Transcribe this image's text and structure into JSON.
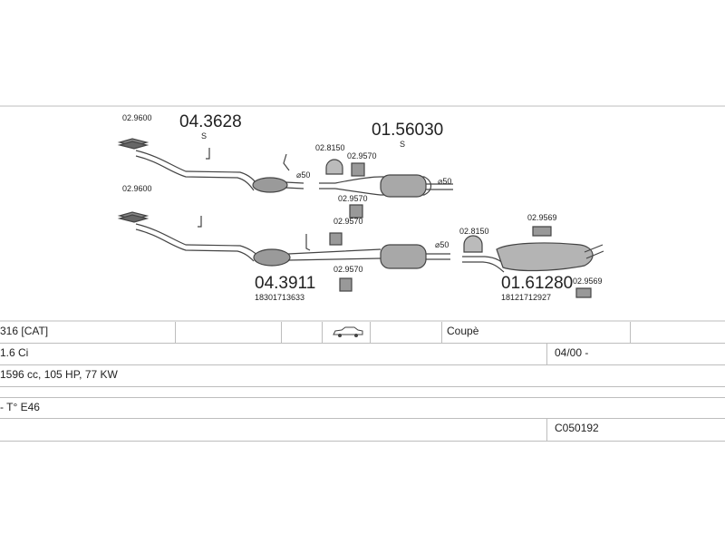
{
  "diagram": {
    "upper_line": {
      "front_pipe_code": "04.3628",
      "front_pipe_suffix": "S",
      "clamp_code": "02.9600",
      "center_code": "01.56030",
      "center_suffix": "S",
      "hanger_1": "02.8150",
      "hanger_2": "02.9570",
      "hanger_3": "02.9570",
      "dia_1": "⌀50",
      "dia_2": "⌀50"
    },
    "lower_line": {
      "front_pipe_code": "04.3911",
      "front_pipe_oem": "18301713633",
      "clamp_code": "02.9600",
      "hanger_1": "02.9570",
      "hanger_2": "02.9570",
      "dia": "⌀50",
      "rear_hanger": "02.8150",
      "rear_code": "01.61280",
      "rear_oem": "18121712927",
      "rear_mount_top": "02.9569",
      "rear_mount_bottom": "02.9569"
    }
  },
  "vehicle_table": {
    "model": "316  [CAT]",
    "body": "Coupè",
    "engine": "1.6 Ci",
    "date": "04/00 -",
    "specs": "1596 cc, 105 HP, 77 KW",
    "chassis": "- T° E46",
    "catalog_no": "C050192"
  }
}
